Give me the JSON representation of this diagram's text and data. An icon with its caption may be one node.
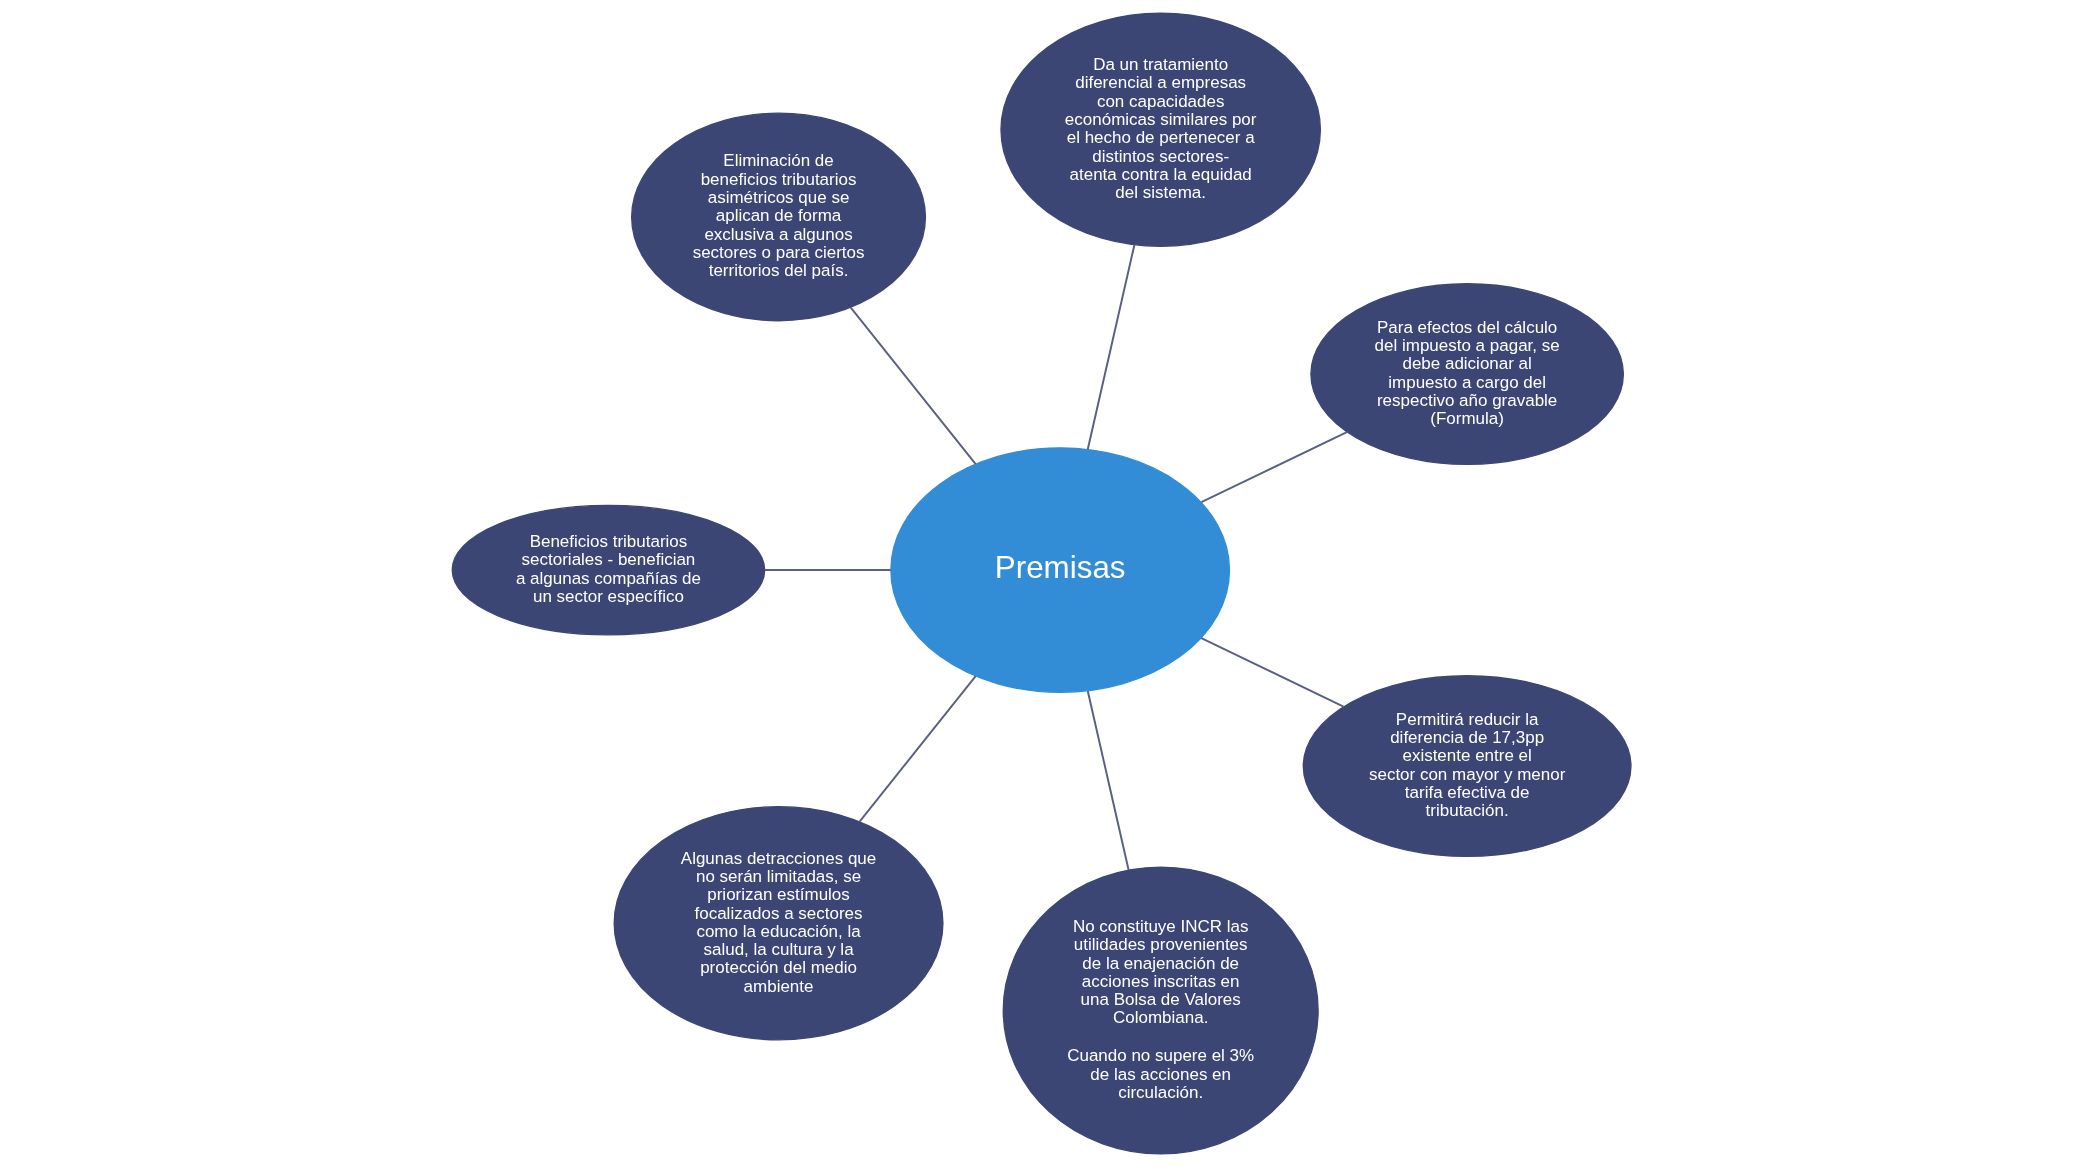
{
  "diagram": {
    "nodes": [
      {
        "text": [
          "Premisas"
        ]
      },
      {
        "text": [
          "Para efectos del cálculo del impuesto a pagar, se debe adicionar al impuesto a cargo del respectivo año gravable (Formula)"
        ]
      },
      {
        "text": [
          "Da un tratamiento diferencial a empresas con capacidades económicas similares por el hecho de pertenecer a distintos sectores- atenta contra la equidad del sistema."
        ]
      },
      {
        "text": [
          "Eliminación de beneficios tributarios asimétricos que se aplican de forma exclusiva a algunos sectores o para ciertos territorios del país."
        ]
      },
      {
        "text": [
          "Beneficios tributarios sectoriales - benefician a algunas compañías de un sector específico"
        ]
      },
      {
        "text": [
          "Algunas detracciones que no serán limitadas, se priorizan estímulos focalizados a sectores como la educación, la salud, la cultura y la protección del medio ambiente"
        ]
      },
      {
        "text": [
          "No constituye INCR las utilidades provenientes de la enajenación de acciones inscritas en una Bolsa de Valores Colombiana.",
          "Cuando no supere el 3% de las acciones en circulación."
        ]
      },
      {
        "text": [
          "Permitirá reducir la diferencia de 17,3pp existente entre el sector con mayor y menor tarifa efectiva de tributación."
        ]
      }
    ],
    "edges": [
      {
        "from": 0,
        "to": 1,
        "arrow": "none"
      },
      {
        "from": 0,
        "to": 2,
        "arrow": "none"
      },
      {
        "from": 0,
        "to": 3,
        "arrow": "none"
      },
      {
        "from": 0,
        "to": 4,
        "arrow": "none"
      },
      {
        "from": 0,
        "to": 5,
        "arrow": "none"
      },
      {
        "from": 0,
        "to": 6,
        "arrow": "none"
      },
      {
        "from": 0,
        "to": 7,
        "arrow": "none"
      }
    ]
  }
}
